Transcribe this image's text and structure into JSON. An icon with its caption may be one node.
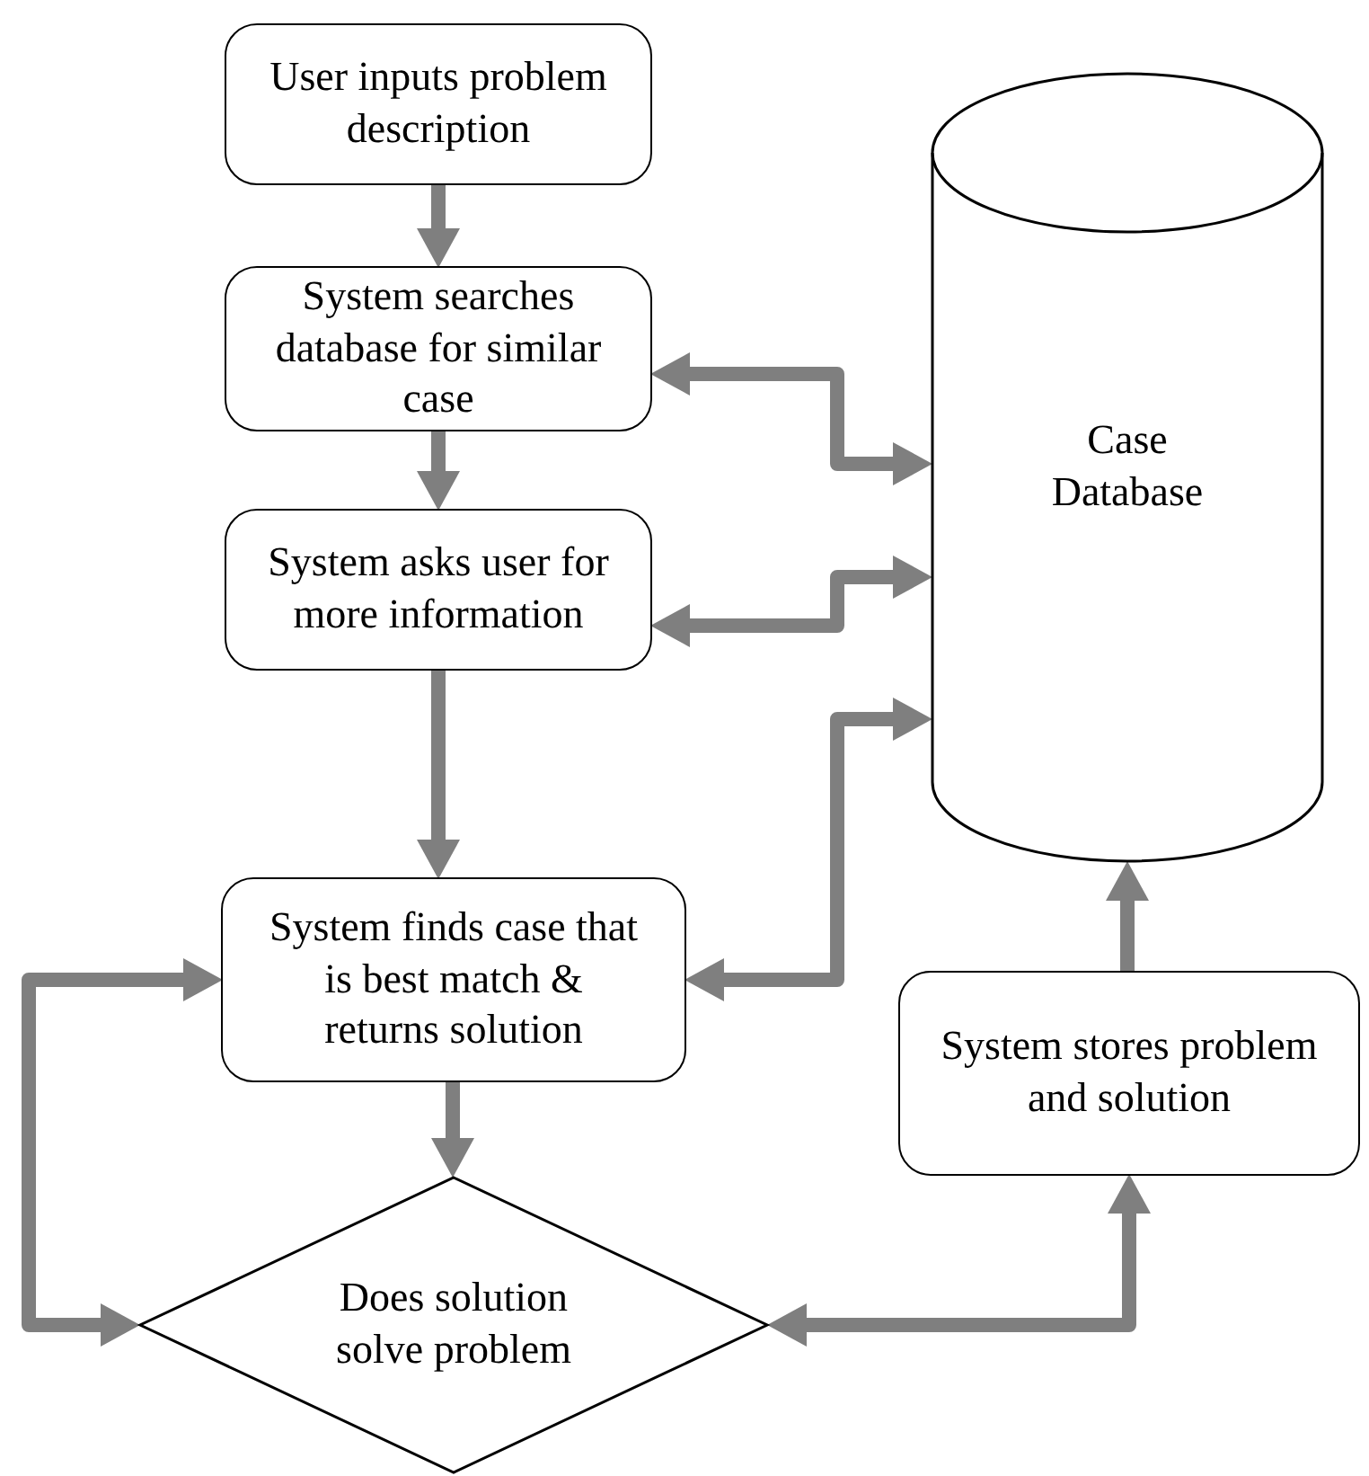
{
  "diagram": {
    "nodes": [
      {
        "text": [
          "User inputs problem description"
        ]
      },
      {
        "text": [
          "System searches database for similar case"
        ]
      },
      {
        "text": [
          "System asks user for more information"
        ]
      },
      {
        "text": [
          "System finds case that is best match & returns solution"
        ]
      },
      {
        "text": [
          "Does solution solve problem"
        ]
      },
      {
        "text": [
          "Case Database"
        ]
      },
      {
        "text": [
          "System stores problem and solution"
        ]
      }
    ],
    "edges": [
      {
        "from": 0,
        "to": 1,
        "arrow": "to"
      },
      {
        "from": 1,
        "to": 5,
        "arrow": "both"
      },
      {
        "from": 1,
        "to": 2,
        "arrow": "to"
      },
      {
        "from": 2,
        "to": 5,
        "arrow": "both"
      },
      {
        "from": 2,
        "to": 3,
        "arrow": "to"
      },
      {
        "from": 3,
        "to": 5,
        "arrow": "both"
      },
      {
        "from": 3,
        "to": 4,
        "arrow": "to"
      },
      {
        "from": 4,
        "to": 3,
        "arrow": "both"
      },
      {
        "from": 4,
        "to": 6,
        "arrow": "both"
      },
      {
        "from": 6,
        "to": 5,
        "arrow": "to"
      }
    ]
  }
}
